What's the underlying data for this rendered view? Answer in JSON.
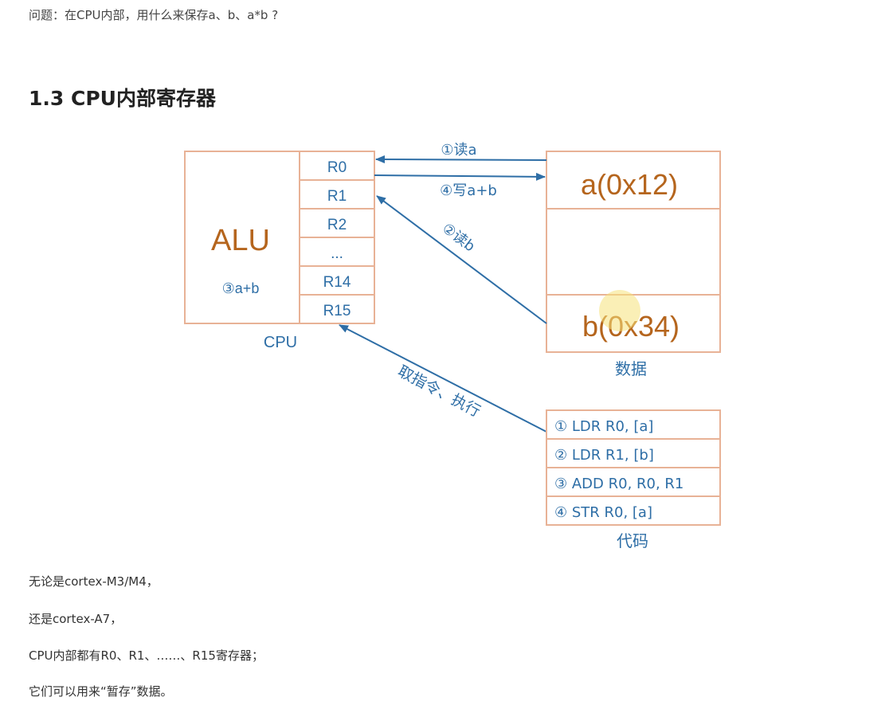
{
  "question": "问题：在CPU内部，用什么来保存a、b、a*b ?",
  "heading": "1.3 CPU内部寄存器",
  "diagram": {
    "alu_label": "ALU",
    "alu_step": "③a+b",
    "cpu_label": "CPU",
    "registers": [
      "R0",
      "R1",
      "R2",
      "...",
      "R14",
      "R15"
    ],
    "memory": {
      "a_value": "a(0x12)",
      "b_value": "b(0x34)",
      "label": "数据"
    },
    "arrows": {
      "read_a": "①读a",
      "write_ab": "④写a+b",
      "read_b": "②读b",
      "fetch": "取指令、执行"
    },
    "code": {
      "lines": [
        "① LDR R0, [a]",
        "② LDR R1, [b]",
        "③ ADD R0, R0, R1",
        "④ STR R0, [a]"
      ],
      "label": "代码"
    }
  },
  "paragraphs": [
    "无论是cortex-M3/M4，",
    "还是cortex-A7，",
    "CPU内部都有R0、R1、……、R15寄存器；",
    "它们可以用来“暂存”数据。"
  ]
}
